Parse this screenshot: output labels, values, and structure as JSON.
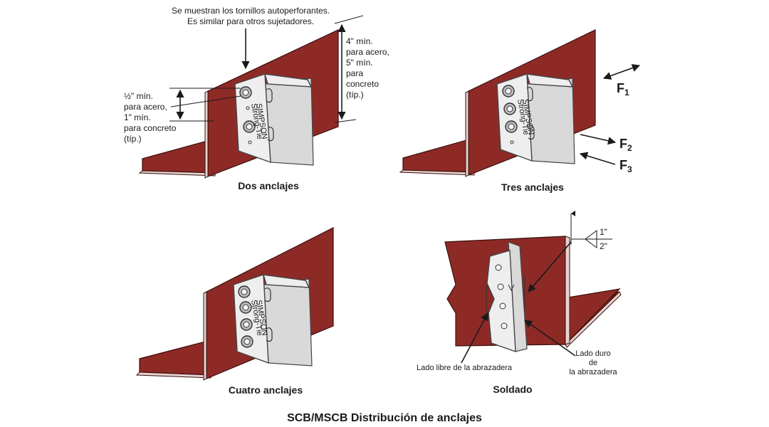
{
  "notes": {
    "screws_line1": "Se muestran los tornillos autoperforantes.",
    "screws_line2": "Es similar para otros sujetadores.",
    "edge_dist": [
      "½\" mín.",
      "para acero,",
      "1\" mín.",
      "para concreto",
      "(típ.)"
    ],
    "spacing": [
      "4\" mín.",
      "para acero,",
      "5\" mín.",
      "para",
      "concreto",
      "(típ.)"
    ]
  },
  "panels": {
    "dos": "Dos anclajes",
    "tres": "Tres anclajes",
    "cuatro": "Cuatro anclajes",
    "soldado": "Soldado"
  },
  "forces": {
    "f1": "F",
    "f1_sub": "1",
    "f2": "F",
    "f2_sub": "2",
    "f3": "F",
    "f3_sub": "3"
  },
  "weld": {
    "size1": "1\"",
    "size2": "2\""
  },
  "weld_notes": {
    "free_side": "Lado libre de la abrazadera",
    "hard_side": [
      "Lado duro",
      "de",
      "la abrazadera"
    ]
  },
  "clip_stamp": [
    "SIMPSON",
    "Strong-Tie"
  ],
  "title": "SCB/MSCB Distribución de anclajes",
  "colors": {
    "steel": "#8e2a26",
    "clip": "#eeeeee"
  }
}
